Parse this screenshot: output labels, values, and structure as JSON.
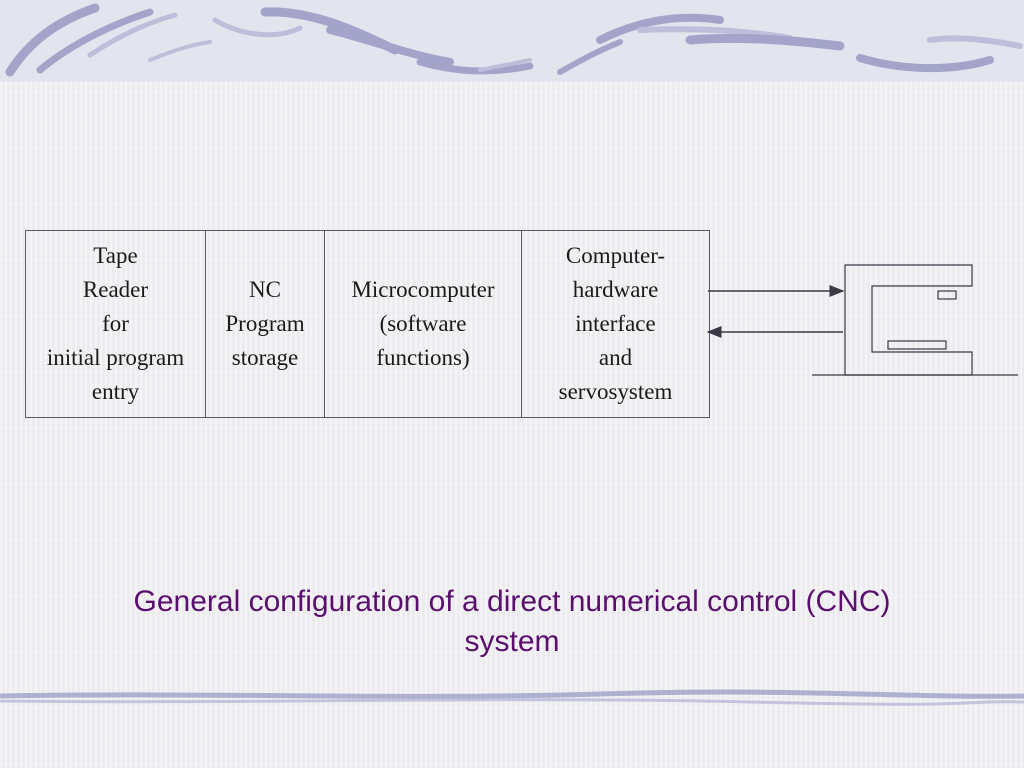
{
  "diagram": {
    "blocks": [
      {
        "id": "tape-reader",
        "lines": [
          "Tape",
          "Reader",
          "for",
          "initial program",
          "entry"
        ]
      },
      {
        "id": "nc-program-storage",
        "lines": [
          "NC",
          "Program",
          "storage"
        ]
      },
      {
        "id": "microcomputer",
        "lines": [
          "Microcomputer",
          "(software",
          "functions)"
        ]
      },
      {
        "id": "hardware-interface",
        "lines": [
          "Computer-",
          "hardware",
          "interface",
          "and",
          "servosystem"
        ]
      }
    ],
    "caption_lines": [
      "General configuration of a direct numerical control (CNC)",
      "system"
    ]
  },
  "colors": {
    "caption": "#5a0e6e",
    "lines": "#5a5a66",
    "decor": "#9a9ac4"
  }
}
